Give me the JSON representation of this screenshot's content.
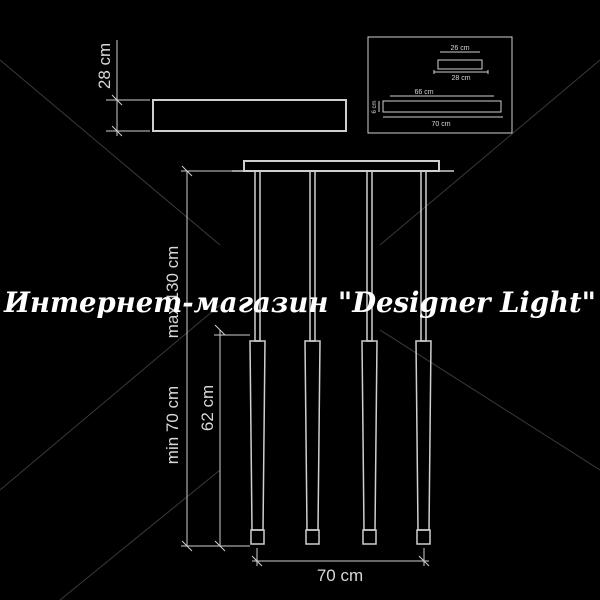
{
  "labels": {
    "top_height": "28 cm",
    "inset_top_width": "26 cm",
    "inset_top_lower": "28 cm",
    "inset_side_height": "6 cm",
    "inset_mid_width": "66 cm",
    "inset_base_width": "70 cm",
    "max_height": "max 130 cm",
    "min_height": "min 70 cm",
    "pendant_length": "62 cm",
    "bottom_width": "70 cm"
  },
  "watermark": "Интернет-магазин \"Designer Light\"",
  "colors": {
    "background": "#000000",
    "lines": "#cfcfcf",
    "diag_lines": "#3a3a3a"
  }
}
